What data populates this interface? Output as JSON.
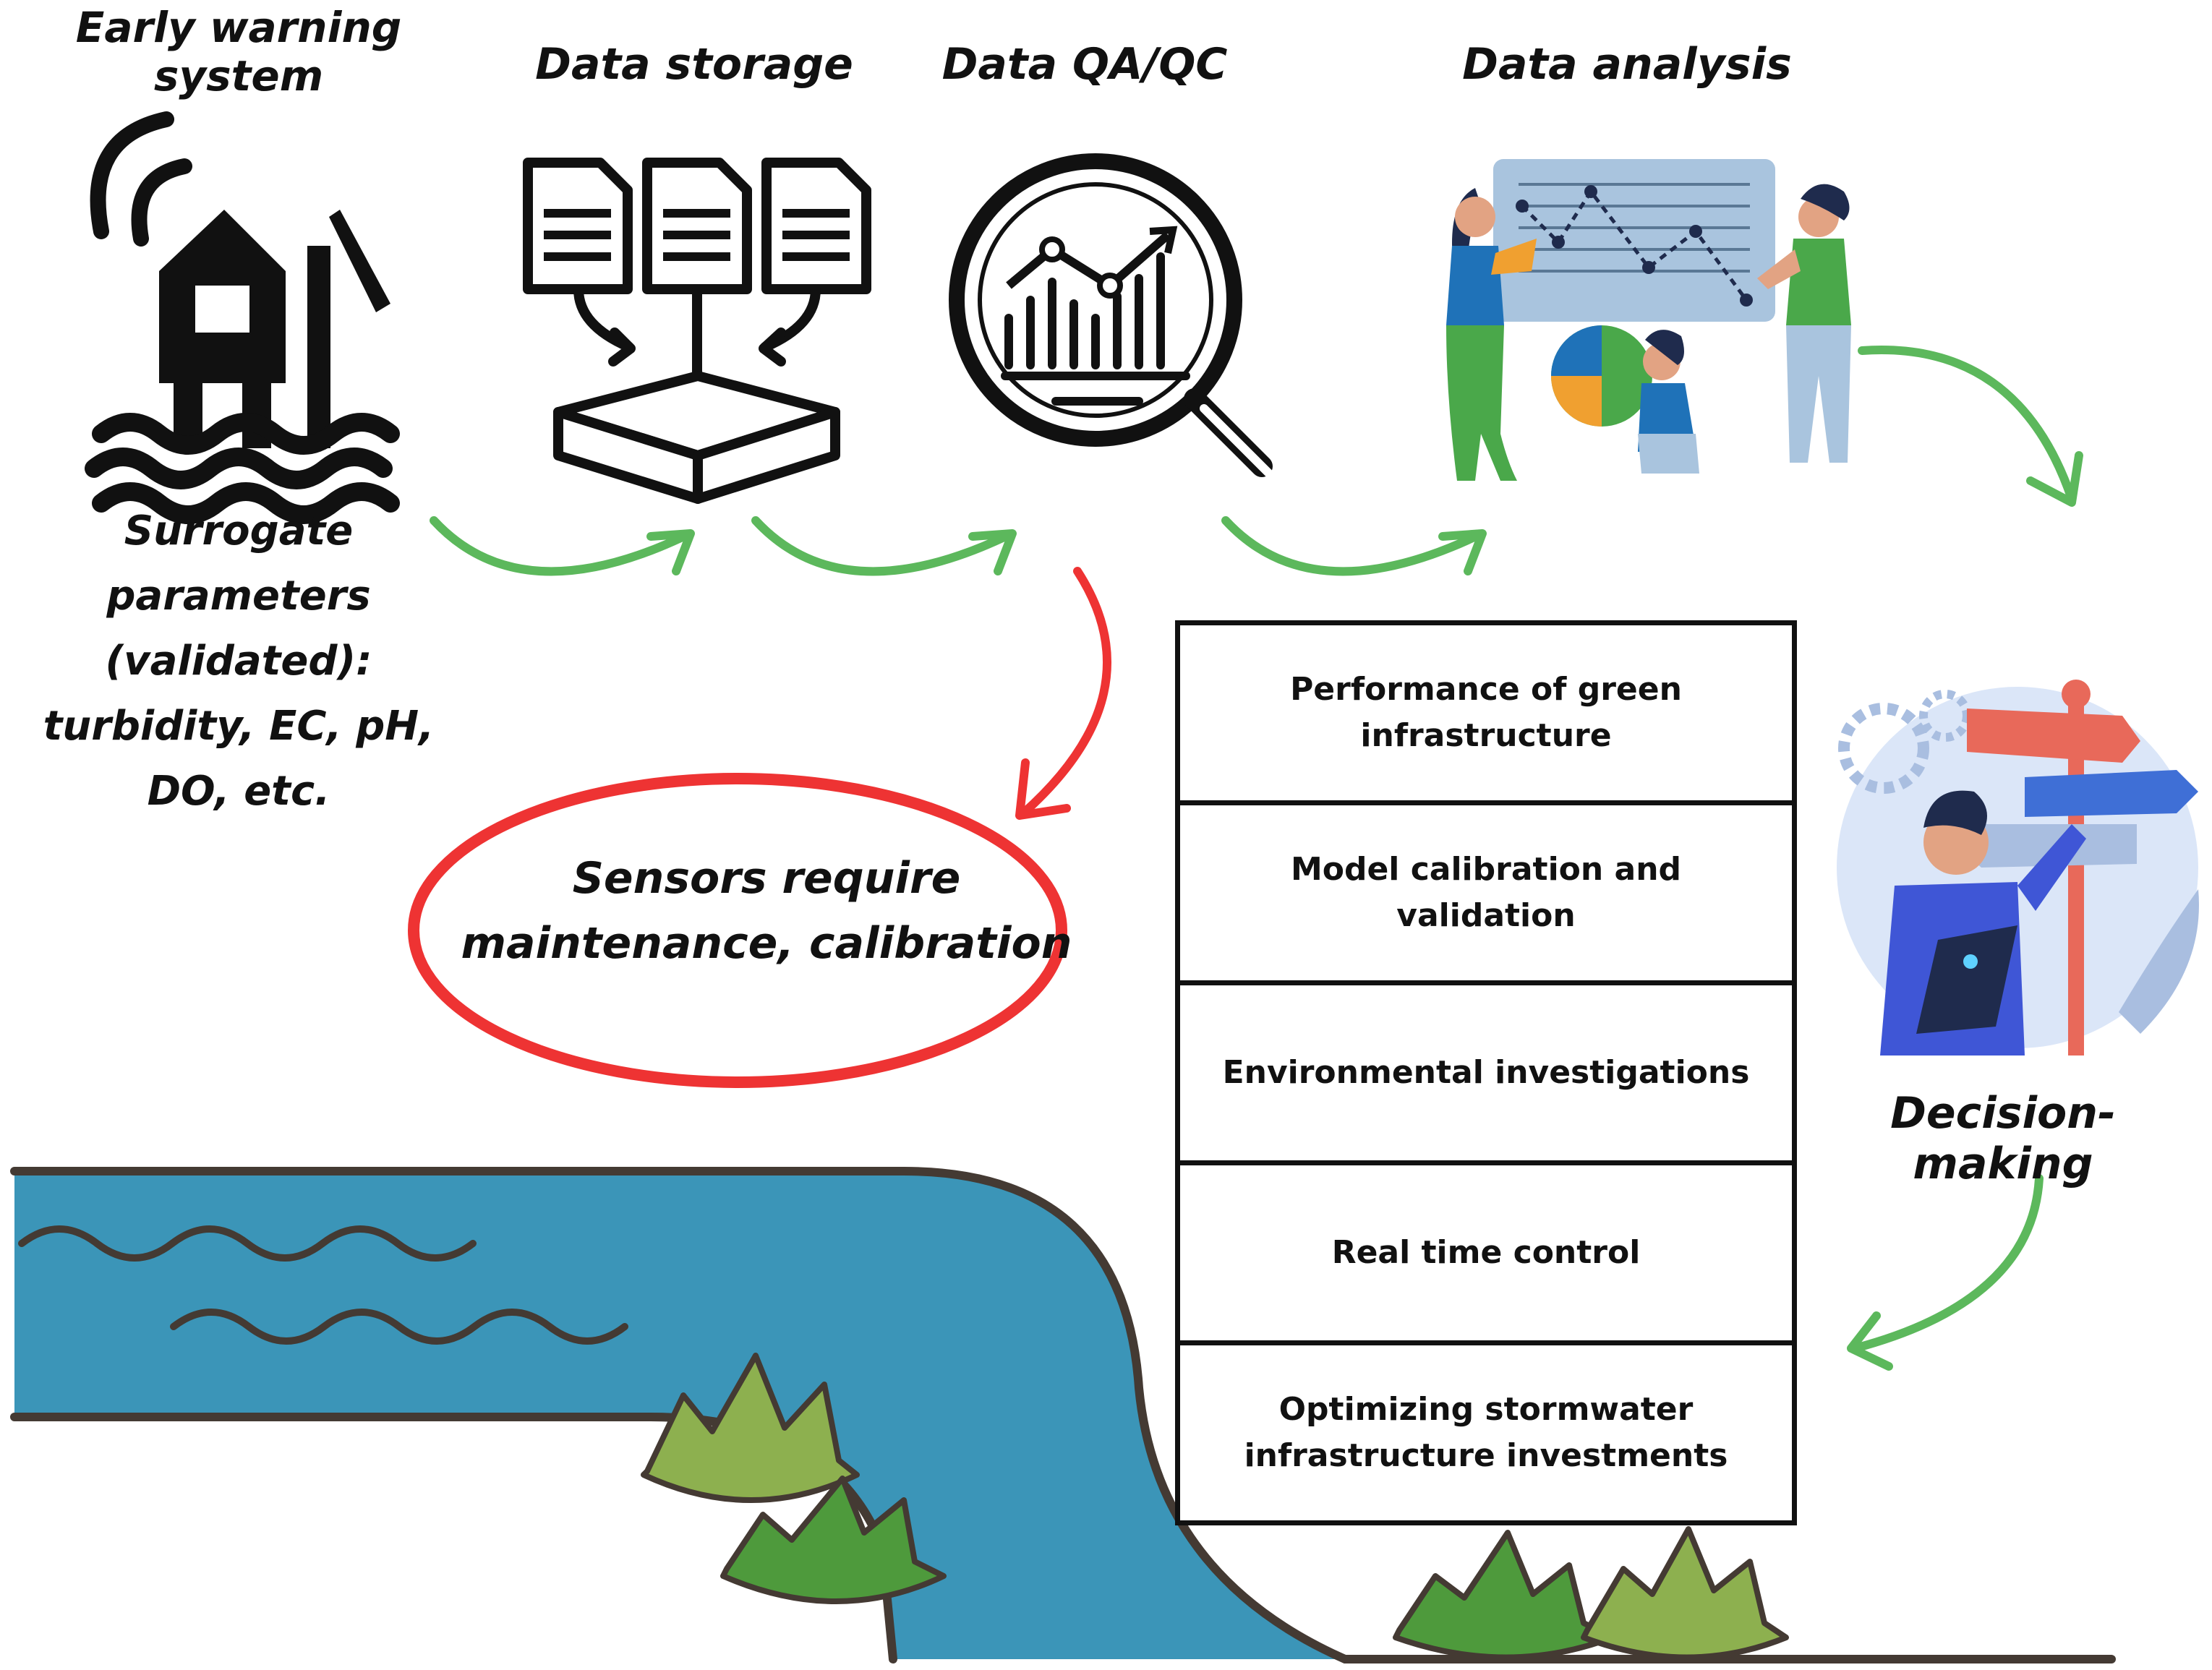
{
  "stages": {
    "early_warning": "Early warning system",
    "data_storage": "Data storage",
    "data_qaqc": "Data QA/QC",
    "data_analysis": "Data analysis"
  },
  "surrogate_parameters": {
    "line1": "Surrogate",
    "line2": "parameters",
    "line3": "(validated):",
    "line4": "turbidity, EC, pH,",
    "line5": "DO, etc."
  },
  "sensors_note": {
    "line1": "Sensors require",
    "line2": "maintenance, calibration"
  },
  "decision_label": "Decision-making",
  "applications": [
    "Performance of green infrastructure",
    "Model calibration and validation",
    "Environmental investigations",
    "Real time control",
    "Optimizing stormwater infrastructure investments"
  ],
  "icons": {
    "early_warning": "flood-warning-station-icon",
    "data_storage": "documents-to-database-icon",
    "data_qaqc": "magnifier-chart-icon",
    "data_analysis": "team-analyzing-charts-illustration",
    "decision": "person-at-signpost-illustration"
  },
  "colors": {
    "flow_arrow": "#5cb85c",
    "warning_arrow": "#ee3333",
    "warning_ellipse": "#ee3333",
    "water": "#3b95b8",
    "bank_outline": "#443a33",
    "plant_light": "#8db04f",
    "plant_dark": "#4e9a3c"
  }
}
